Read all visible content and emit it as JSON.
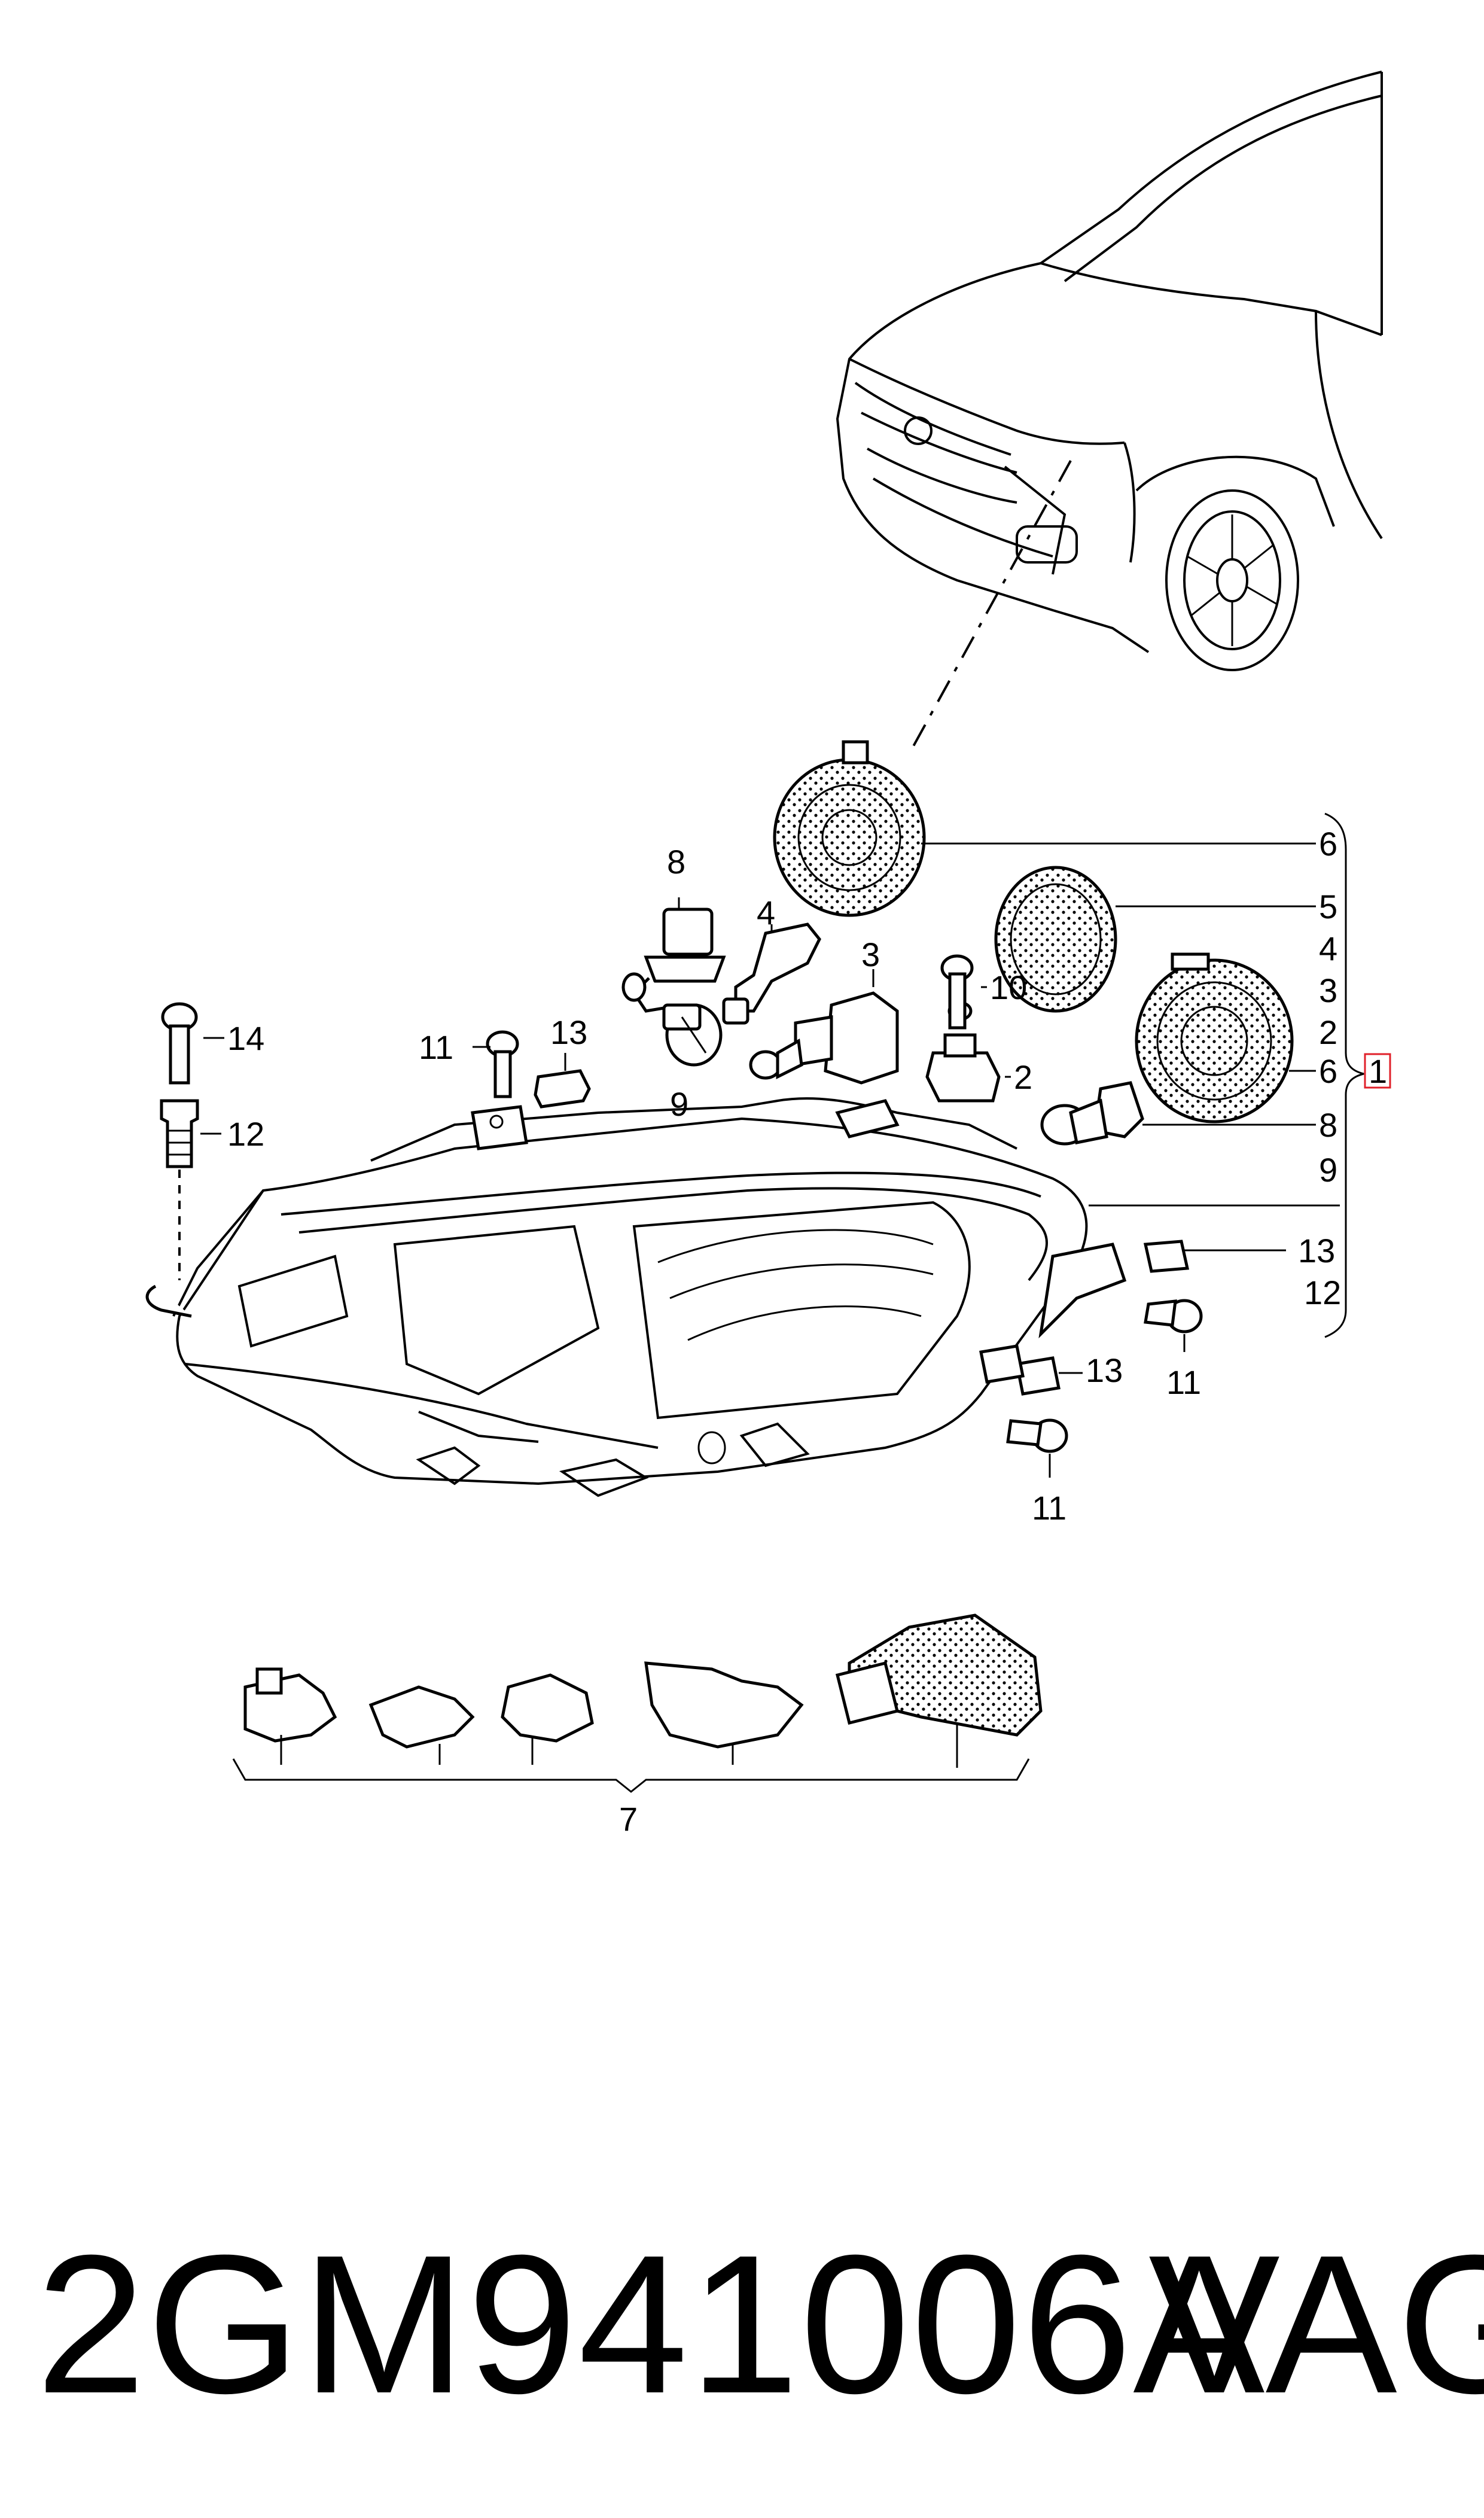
{
  "footer": {
    "part_number": "2GM941006A",
    "brand": "VAG"
  },
  "callouts": {
    "c1": "1",
    "c2a": "2",
    "c2b": "2",
    "c3a": "3",
    "c3b": "3",
    "c4a": "4",
    "c4b": "4",
    "c5": "5",
    "c6a": "6",
    "c6b": "6",
    "c7": "7",
    "c8a": "8",
    "c8b": "8",
    "c9a": "9",
    "c9b": "9",
    "c10": "10",
    "c11a": "11",
    "c11b": "11",
    "c11c": "11",
    "c12a": "12",
    "c12b": "12",
    "c13a": "13",
    "c13b": "13",
    "c13c": "13",
    "c14": "14"
  },
  "colors": {
    "ink": "#000000",
    "background": "#ffffff",
    "highlight_box": "#e0202a"
  }
}
